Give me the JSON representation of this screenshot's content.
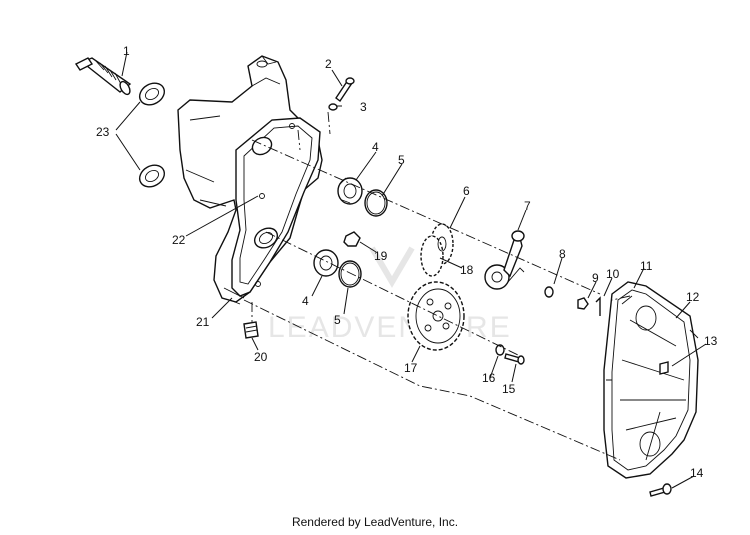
{
  "watermark": "LEADVENTURE",
  "footer": "Rendered by LeadVenture, Inc.",
  "callouts": [
    "1",
    "2",
    "3",
    "4",
    "5",
    "6",
    "7",
    "8",
    "9",
    "10",
    "11",
    "12",
    "13",
    "14",
    "15",
    "16",
    "17",
    "18",
    "19",
    "20",
    "21",
    "22",
    "23",
    "4",
    "5"
  ]
}
